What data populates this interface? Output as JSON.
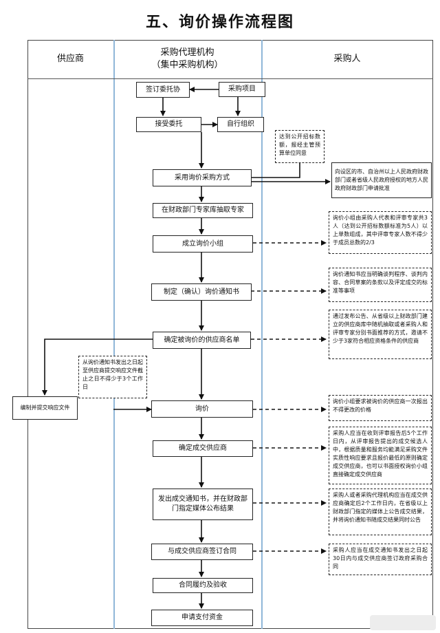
{
  "title": "五、询价操作流程图",
  "lanes": {
    "supplier": "供应商",
    "agency_line1": "采购代理机构",
    "agency_line2": "（集中采购机构）",
    "purchaser": "采购人"
  },
  "steps": {
    "sign_contract": "签订委托协",
    "procurement_project": "采购项目",
    "accept_commission": "接受委托",
    "self_organize": "自行组织",
    "adopt_inquiry": "采用询价采购方式",
    "extract_experts": "在财政部门专家库抽取专家",
    "form_group": "成立询价小组",
    "draft_notice": "制定（确认）询价通知书",
    "determine_suppliers": "确定被询价的供应商名单",
    "prepare_response": "编制并提交响应文件",
    "inquiry": "询价",
    "confirm_supplier": "确定成交供应商",
    "issue_notice": "发出成交通知书，并在财政部门指定媒体公布结果",
    "sign_with_supplier": "与成交供应商签订合同",
    "performance": "合同履约及验收",
    "apply_payment": "申请支付资金"
  },
  "notes": {
    "threshold_approval": "达到公开招标数额，报经主管预算单位同意",
    "approval_authority": "向设区的市、自治州以上人民政府财政部门或者省级人民政府授权的地方人民政府财政部门申请批准",
    "group_composition": "询价小组由采购人代表和评审专家共3人（达到公开招标数额标准为5人）以上单数组成，其中评审专家人数不得少于成员总数的2/3",
    "notice_contents": "询价通知书应当明确谈判程序、谈判内容、合同草案的条款以及评定成交的标准等事项",
    "supplier_selection": "通过发布公告、从省级以上财政部门建立的供应商库中随机抽取或者采购人和评审专家分别书面推荐的方式，邀请不少于3家符合相应资格条件的供应商",
    "response_deadline": "从询价通知书发出之日起至供应商提交响应文件截止之日不得少于3个工作日",
    "one_time_quote": "询价小组要求被询价的供应商一次报出不得更改的价格",
    "confirm_rule": "采购人应当在收到评审报告后5个工作日内，从评审报告提出的成交候选人中，根据质量和服务均能满足采购文件实质性响应要求且报价最低的原则确定成交供应商，也可以书面授权询价小组直接确定成交供应商",
    "publish_rule": "采购人或者采购代理机构应当在成交供应商确定后2个工作日内，在省级以上财政部门指定的媒体上公告成交结果，并将询价通知书随成交结果同时公告",
    "contract_rule": "采购人应当在成交通知书发出之日起30日内与成交供应商签订政府采购合同"
  }
}
